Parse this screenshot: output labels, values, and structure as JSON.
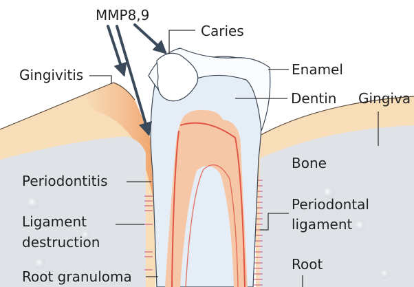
{
  "labels": {
    "mmp": "MMP8,9",
    "caries": "Caries",
    "gingivitis": "Gingivitis",
    "enamel": "Enamel",
    "dentin": "Dentin",
    "gingiva": "Gingiva",
    "bone": "Bone",
    "periodontitis": "Periodontitis",
    "periodontal_line1": "Periodontal",
    "periodontal_line2": "ligament",
    "ligament_line1": "Ligament",
    "ligament_line2": "destruction",
    "root": "Root",
    "root_granuloma": "Root granuloma"
  },
  "colors": {
    "gum_peach": "#f8ddb9",
    "bone_gray": "#dfe3e8",
    "tooth_blue": "#e5eef6",
    "enamel_white": "#fbfcfe",
    "pulp_peach": "#f6c7a7",
    "nerve_red": "#e05545",
    "inflamed_orange": "#f1a36c",
    "arrow_gray": "#3b4a5a",
    "line_dark": "#333333"
  }
}
